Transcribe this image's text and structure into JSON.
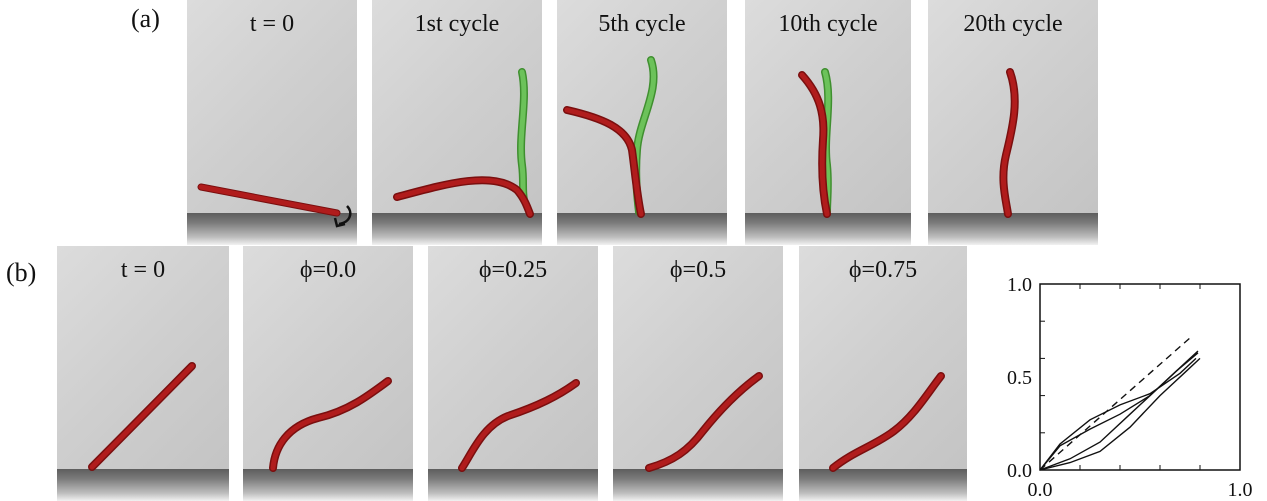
{
  "row_a": {
    "label": "(a)",
    "panels": [
      {
        "caption": "t = 0"
      },
      {
        "caption": "1st cycle"
      },
      {
        "caption": "5th cycle"
      },
      {
        "caption": "10th cycle"
      },
      {
        "caption": "20th cycle"
      }
    ]
  },
  "row_b": {
    "label": "(b)",
    "panels": [
      {
        "caption": "t = 0"
      },
      {
        "caption": "ϕ=0.0"
      },
      {
        "caption": "ϕ=0.25"
      },
      {
        "caption": "ϕ=0.5"
      },
      {
        "caption": "ϕ=0.75"
      }
    ]
  },
  "colors": {
    "rod_red": "#b01c1c",
    "rod_green": "#4caf3a"
  },
  "chart_data": {
    "type": "line",
    "xlim": [
      0.0,
      1.0
    ],
    "ylim": [
      0.0,
      1.0
    ],
    "x_ticks": [
      "0.0",
      "1.0"
    ],
    "y_ticks": [
      "0.0",
      "0.5",
      "1.0"
    ],
    "grid": false,
    "series": [
      {
        "style": "dashed",
        "points": [
          [
            0.0,
            0.0
          ],
          [
            0.75,
            0.71
          ]
        ]
      },
      {
        "style": "solid",
        "points": [
          [
            0.0,
            0.0
          ],
          [
            0.1,
            0.14
          ],
          [
            0.25,
            0.27
          ],
          [
            0.4,
            0.35
          ],
          [
            0.55,
            0.41
          ],
          [
            0.7,
            0.52
          ],
          [
            0.78,
            0.6
          ]
        ]
      },
      {
        "style": "solid",
        "points": [
          [
            0.0,
            0.0
          ],
          [
            0.1,
            0.13
          ],
          [
            0.25,
            0.22
          ],
          [
            0.4,
            0.3
          ],
          [
            0.55,
            0.4
          ],
          [
            0.68,
            0.53
          ],
          [
            0.79,
            0.63
          ]
        ]
      },
      {
        "style": "solid",
        "points": [
          [
            0.0,
            0.0
          ],
          [
            0.15,
            0.06
          ],
          [
            0.3,
            0.15
          ],
          [
            0.45,
            0.3
          ],
          [
            0.6,
            0.45
          ],
          [
            0.7,
            0.55
          ],
          [
            0.79,
            0.64
          ]
        ]
      },
      {
        "style": "solid",
        "points": [
          [
            0.0,
            0.0
          ],
          [
            0.15,
            0.04
          ],
          [
            0.3,
            0.1
          ],
          [
            0.45,
            0.23
          ],
          [
            0.6,
            0.4
          ],
          [
            0.72,
            0.52
          ],
          [
            0.8,
            0.6
          ]
        ]
      }
    ]
  }
}
